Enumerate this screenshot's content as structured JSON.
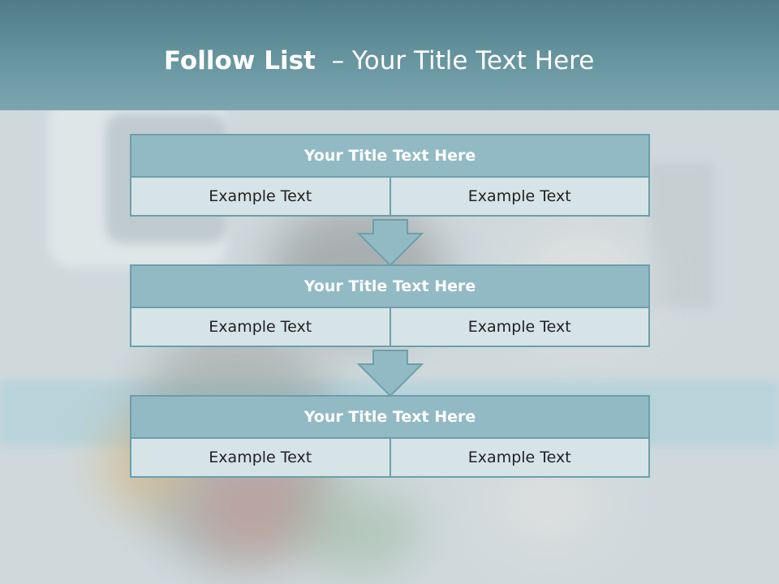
{
  "header": {
    "title_bold": "Follow List",
    "title_rest": "– Your Title Text Here"
  },
  "steps": [
    {
      "title": "Your Title Text Here",
      "cells": [
        "Example Text",
        "Example Text"
      ]
    },
    {
      "title": "Your Title Text Here",
      "cells": [
        "Example Text",
        "Example Text"
      ]
    },
    {
      "title": "Your Title Text Here",
      "cells": [
        "Example Text",
        "Example Text"
      ]
    }
  ],
  "colors": {
    "header": "#6795a0",
    "box_title": "#92bac4",
    "box_cell": "#d6e3e7",
    "border": "#6c9fab"
  }
}
